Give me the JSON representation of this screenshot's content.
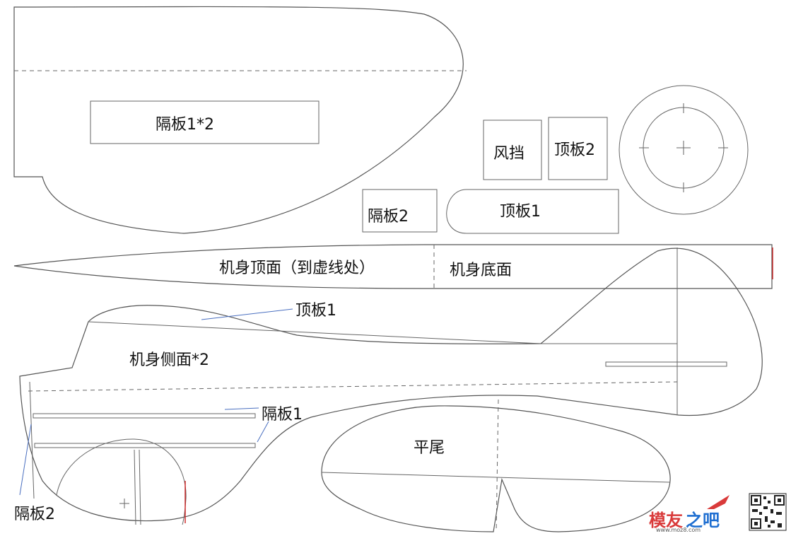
{
  "labels": {
    "bulkhead1x2": "隔板1*2",
    "windshield": "风挡",
    "top_plate2_small": "顶板2",
    "bulkhead2_small": "隔板2",
    "top_plate1_small": "顶板1",
    "fuselage_top": "机身顶面（到虚线处）",
    "fuselage_bottom": "机身底面",
    "top_plate1_leader": "顶板1",
    "fuselage_side": "机身侧面*2",
    "bulkhead1_leader": "隔板1",
    "bulkhead2_leader": "隔板2",
    "horizontal_tail": "平尾"
  },
  "watermark": {
    "brand_part1": "模友",
    "brand_part2": "之吧",
    "url": "www.moz8.com",
    "colors": {
      "part1": "#d93a3a",
      "part2": "#1f6fd1"
    }
  }
}
